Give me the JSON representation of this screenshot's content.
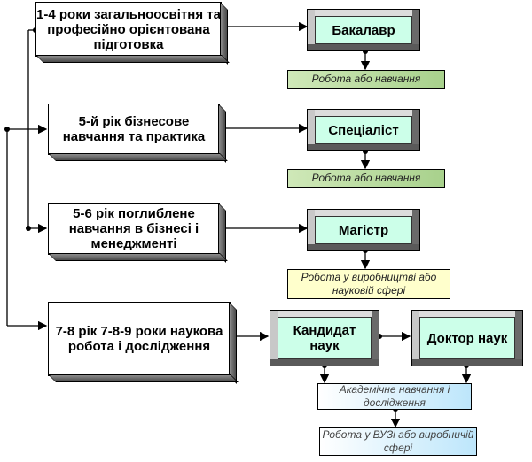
{
  "left_boxes": [
    {
      "label": "1-4 роки загальноосвітня та професійно орієнтована підготовка"
    },
    {
      "label": "5-й рік бізнесове навчання та практика"
    },
    {
      "label": "5-6 рік поглиблене навчання в бізнесі і менеджменті"
    },
    {
      "label": "7-8 рік 7-8-9 роки наукова робота і дослідження"
    }
  ],
  "degree_boxes": [
    {
      "label": "Бакалавр"
    },
    {
      "label": "Спеціаліст"
    },
    {
      "label": "Магістр"
    },
    {
      "label": "Кандидат наук"
    },
    {
      "label": "Доктор наук"
    }
  ],
  "outcome_boxes": [
    {
      "label": "Робота або навчання",
      "color": "green"
    },
    {
      "label": "Робота або навчання",
      "color": "green"
    },
    {
      "label": "Робота у виробництві або науковій сфері",
      "color": "yellow"
    },
    {
      "label": "Академічне навчання і дослідження",
      "color": "blue"
    },
    {
      "label": "Робота у ВУЗі або виробничій сфері",
      "color": "blue"
    }
  ]
}
